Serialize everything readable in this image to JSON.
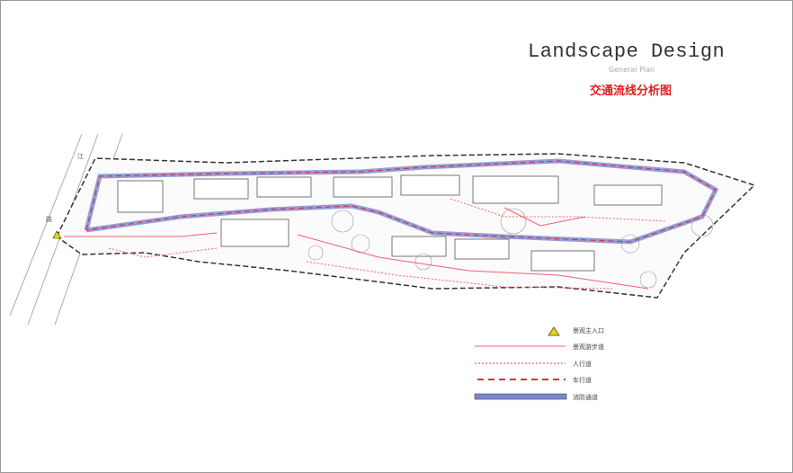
{
  "title": "Landscape Design",
  "subtitle": "General Plan",
  "cn_title": "交通流线分析图",
  "road_labels": [
    "江",
    "路"
  ],
  "legend": [
    {
      "label": "景观主入口",
      "style": "triangle",
      "color": "#e8d800"
    },
    {
      "label": "景观游步道",
      "style": "thin-solid",
      "color": "#f06070"
    },
    {
      "label": "人行道",
      "style": "dotted",
      "color": "#f06070"
    },
    {
      "label": "车行道",
      "style": "dashed",
      "color": "#e03040"
    },
    {
      "label": "消防通道",
      "style": "thick-band",
      "color": "#7b86cf"
    }
  ]
}
